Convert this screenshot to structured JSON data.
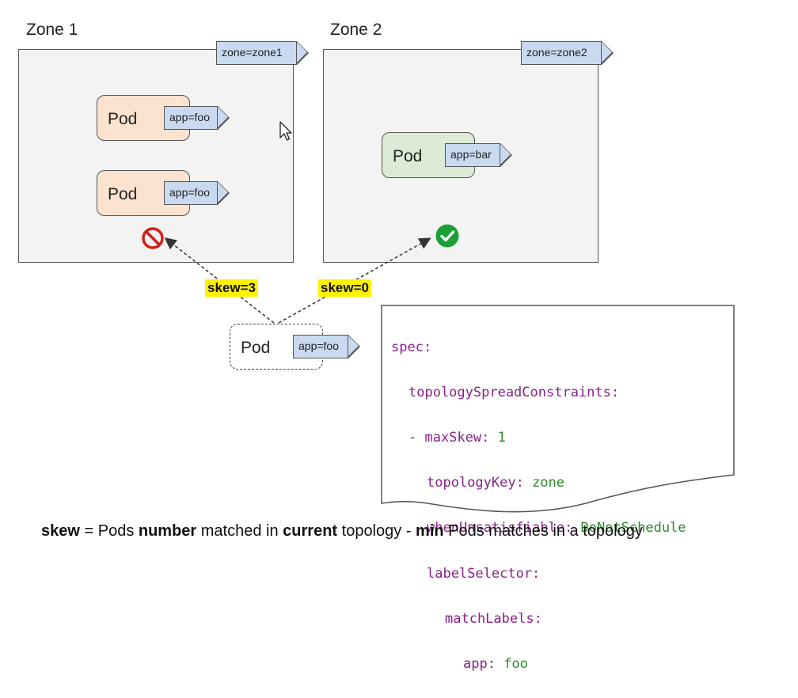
{
  "zones": [
    {
      "title": "Zone 1",
      "label": "zone=zone1"
    },
    {
      "title": "Zone 2",
      "label": "zone=zone2"
    }
  ],
  "pods": [
    {
      "name": "Pod",
      "label": "app=foo"
    },
    {
      "name": "Pod",
      "label": "app=foo"
    },
    {
      "name": "Pod",
      "label": "app=bar"
    },
    {
      "name": "Pod",
      "label": "app=foo"
    }
  ],
  "skews": [
    "skew=3",
    "skew=0"
  ],
  "icons": {
    "blocked": "prohibited-icon",
    "allowed": "check-icon",
    "blocked_color": "#d0201a",
    "allowed_color": "#1aa034"
  },
  "spec_lines": [
    {
      "key": "spec:",
      "value": ""
    },
    {
      "key": "topologySpreadConstraints:",
      "value": ""
    },
    {
      "key": "- maxSkew: ",
      "value": "1"
    },
    {
      "key": "topologyKey: ",
      "value": "zone"
    },
    {
      "key": "whenUnsatisfiable: ",
      "value": "DoNotSchedule"
    },
    {
      "key": "labelSelector:",
      "value": ""
    },
    {
      "key": "matchLabels:",
      "value": ""
    },
    {
      "key": "app: ",
      "value": "foo"
    }
  ],
  "footer": {
    "w1": "skew",
    "t1": " = Pods ",
    "w2": "number",
    "t2": " matched in ",
    "w3": "current",
    "t3": " topology - ",
    "w4": "min",
    "t4": " Pods matches in a topology"
  }
}
